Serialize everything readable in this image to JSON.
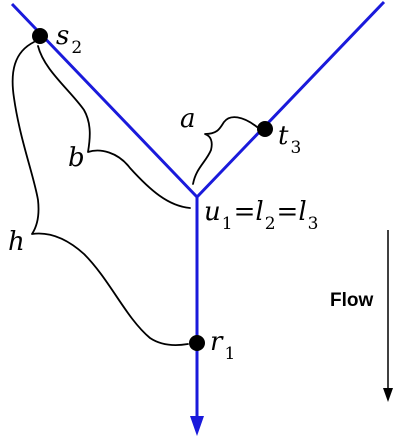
{
  "colors": {
    "channel": "#1a1adb",
    "ink": "#000000",
    "background": "#ffffff"
  },
  "nodes": {
    "s2": {
      "base": "s",
      "sub": "2"
    },
    "t3": {
      "base": "t",
      "sub": "3"
    },
    "r1": {
      "base": "r",
      "sub": "1"
    },
    "junction": {
      "u_base": "u",
      "u_sub": "1",
      "eq1": "=",
      "l2_base": "l",
      "l2_sub": "2",
      "eq2": "=",
      "l3_base": "l",
      "l3_sub": "3"
    }
  },
  "braces": {
    "a": "a",
    "b": "b",
    "h": "h"
  },
  "flow_label": "Flow"
}
